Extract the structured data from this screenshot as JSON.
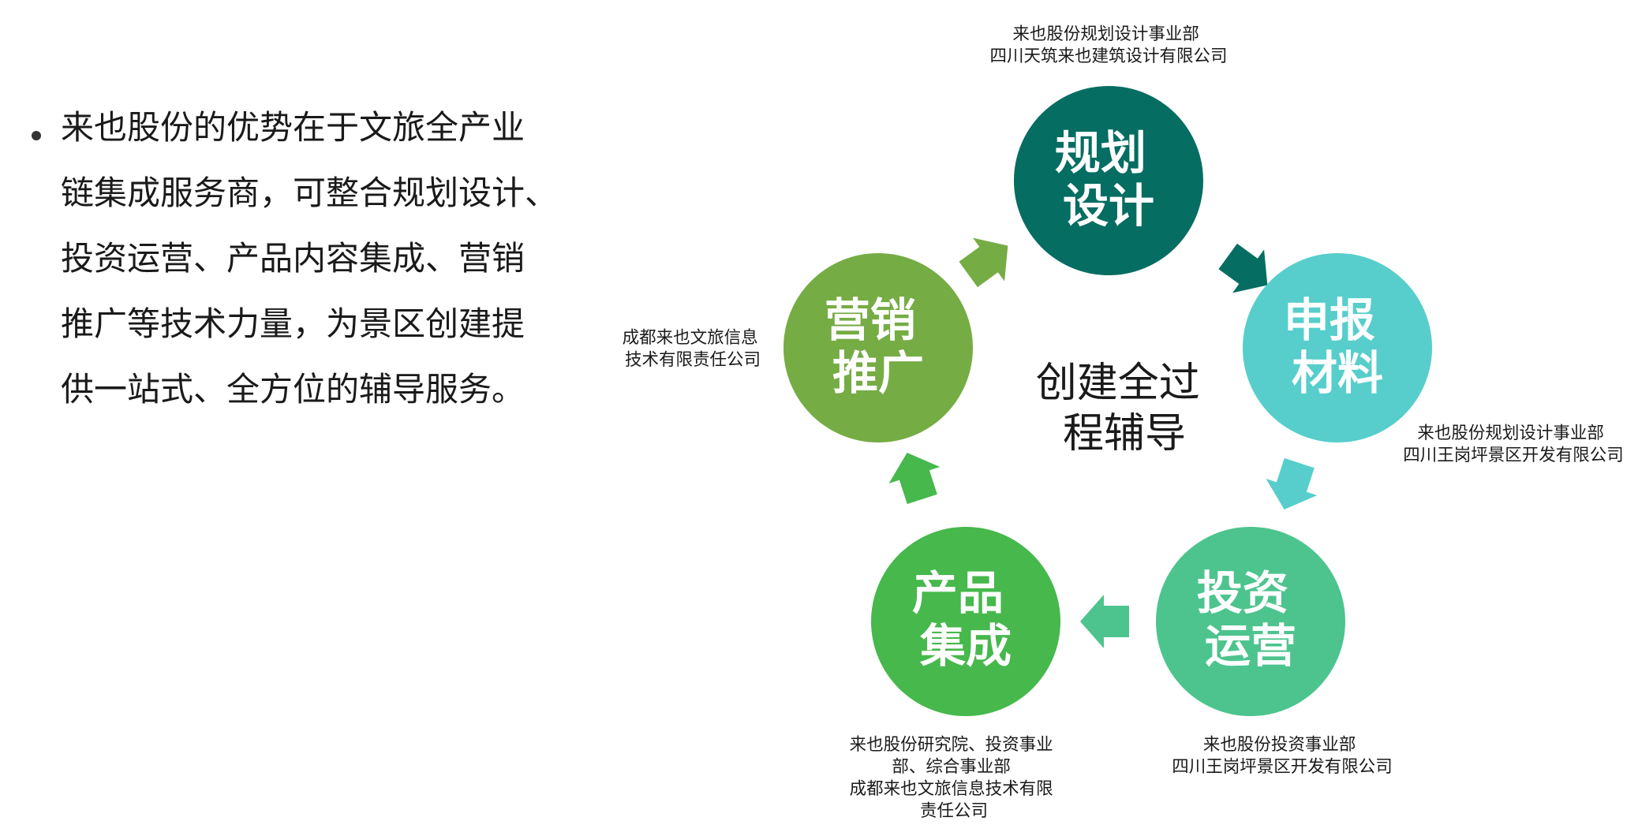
{
  "bullet": {
    "lines": [
      "来也股份的优势在于文旅全产业",
      "链集成服务商，可整合规划设计、",
      "投资运营、产品内容集成、营销",
      "推广等技术力量，为景区创建提",
      "供一站式、全方位的辅导服务。"
    ]
  },
  "center": {
    "lines": [
      "创建全过",
      "程辅导"
    ]
  },
  "nodes": [
    {
      "id": "planning",
      "lines": [
        "规划",
        "设计"
      ],
      "color": "#056D62"
    },
    {
      "id": "materials",
      "lines": [
        "申报",
        "材料"
      ],
      "color": "#57CECB"
    },
    {
      "id": "operations",
      "lines": [
        "投资",
        "运营"
      ],
      "color": "#4DC48E"
    },
    {
      "id": "products",
      "lines": [
        "产品",
        "集成"
      ],
      "color": "#46B84C"
    },
    {
      "id": "marketing",
      "lines": [
        "营销",
        "推广"
      ],
      "color": "#75AC44"
    }
  ],
  "arrows": [
    {
      "id": "planning-to-materials",
      "color": "#056D62"
    },
    {
      "id": "materials-to-operations",
      "color": "#57CECB"
    },
    {
      "id": "operations-to-products",
      "color": "#4DC48E"
    },
    {
      "id": "products-to-marketing",
      "color": "#46B84C"
    },
    {
      "id": "marketing-to-planning",
      "color": "#75AC44"
    }
  ],
  "captions": [
    {
      "id": "planning",
      "lines": [
        "来也股份规划设计事业部",
        "四川天筑来也建筑设计有限公司"
      ]
    },
    {
      "id": "materials",
      "lines": [
        "来也股份规划设计事业部",
        "四川王岗坪景区开发有限公司"
      ]
    },
    {
      "id": "operations",
      "lines": [
        "来也股份投资事业部",
        "四川王岗坪景区开发有限公司"
      ]
    },
    {
      "id": "products",
      "lines": [
        "来也股份研究院、投资事业",
        "部、综合事业部",
        "成都来也文旅信息技术有限",
        "责任公司"
      ]
    },
    {
      "id": "marketing",
      "lines": [
        "成都来也文旅信息",
        "技术有限责任公司"
      ]
    }
  ]
}
